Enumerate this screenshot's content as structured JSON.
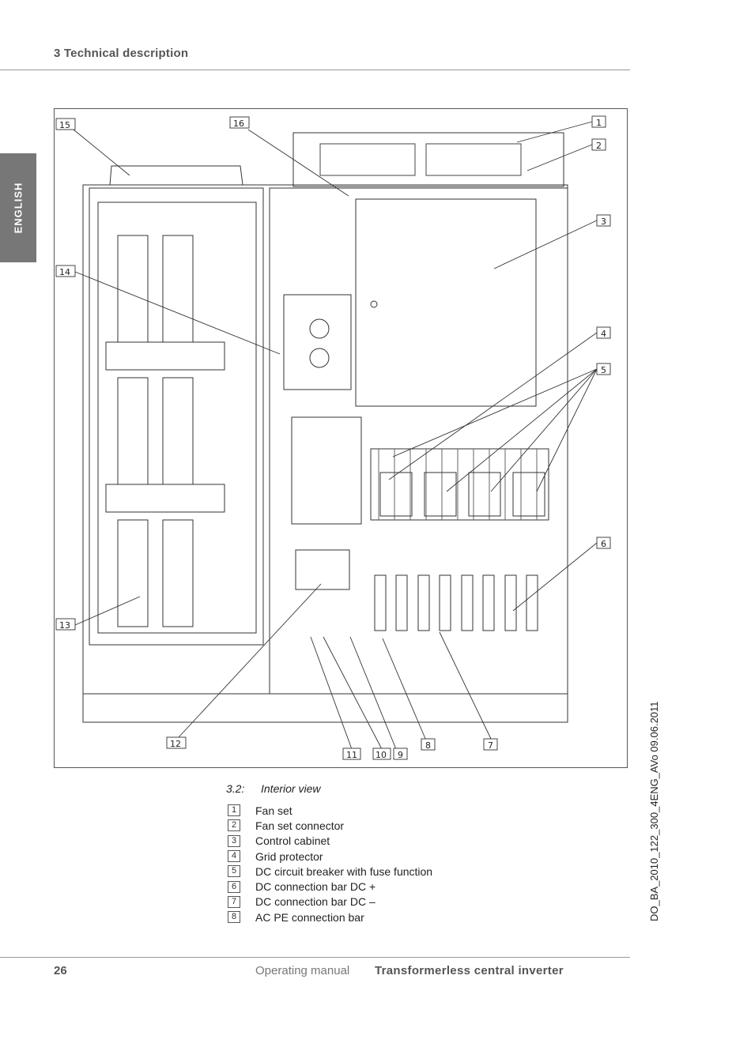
{
  "header": {
    "section_title": "3 Technical description"
  },
  "side_tab": {
    "label": "ENGLISH"
  },
  "figure": {
    "callouts": [
      "1",
      "2",
      "3",
      "4",
      "5",
      "6",
      "7",
      "8",
      "9",
      "10",
      "11",
      "12",
      "13",
      "14",
      "15",
      "16"
    ]
  },
  "caption": {
    "number": "3.2:",
    "text": "Interior view"
  },
  "legend": [
    {
      "num": "1",
      "label": "Fan set"
    },
    {
      "num": "2",
      "label": "Fan set connector"
    },
    {
      "num": "3",
      "label": "Control cabinet"
    },
    {
      "num": "4",
      "label": "Grid protector"
    },
    {
      "num": "5",
      "label": "DC circuit breaker with fuse function"
    },
    {
      "num": "6",
      "label": "DC connection bar DC +"
    },
    {
      "num": "7",
      "label": "DC connection bar DC –"
    },
    {
      "num": "8",
      "label": "AC PE connection bar"
    }
  ],
  "side_doc_id": "DO_BA_2010_122_300_4ENG_AVo   09.06.2011",
  "footer": {
    "page_number": "26",
    "manual_label": "Operating manual",
    "product_name": "Transformerless central inverter"
  }
}
